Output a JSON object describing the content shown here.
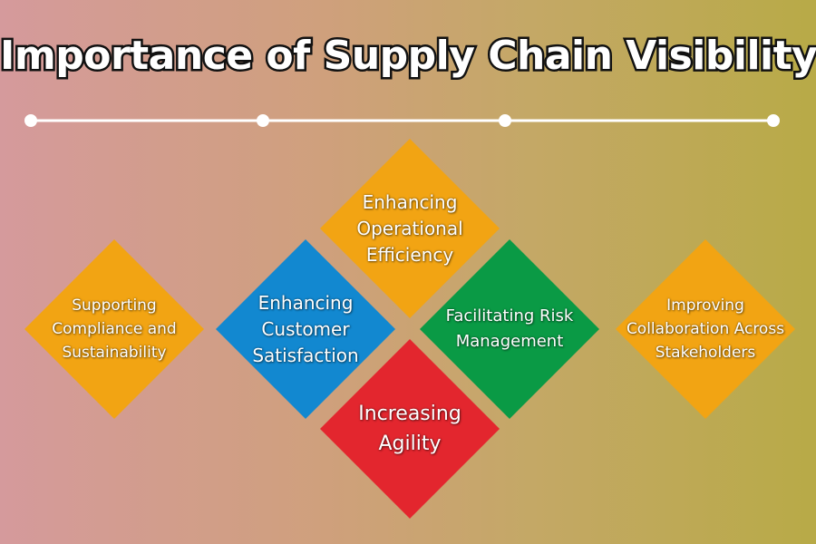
{
  "title": "Importance of Supply Chain Visibility",
  "colors": {
    "orange": "#f2a413",
    "blue": "#1288d0",
    "green": "#0a9a45",
    "red": "#e3262e",
    "line": "#ffffff"
  },
  "items": [
    {
      "label": "Supporting\nCompliance and\nSustainability",
      "color": "orange"
    },
    {
      "label": "Enhancing\nCustomer\nSatisfaction",
      "color": "blue"
    },
    {
      "label": "Enhancing\nOperational\nEfficiency",
      "color": "orange"
    },
    {
      "label": "Facilitating Risk\nManagement",
      "color": "green"
    },
    {
      "label": "Increasing\nAgility",
      "color": "red"
    },
    {
      "label": "Improving\nCollaboration Across\nStakeholders",
      "color": "orange"
    }
  ]
}
